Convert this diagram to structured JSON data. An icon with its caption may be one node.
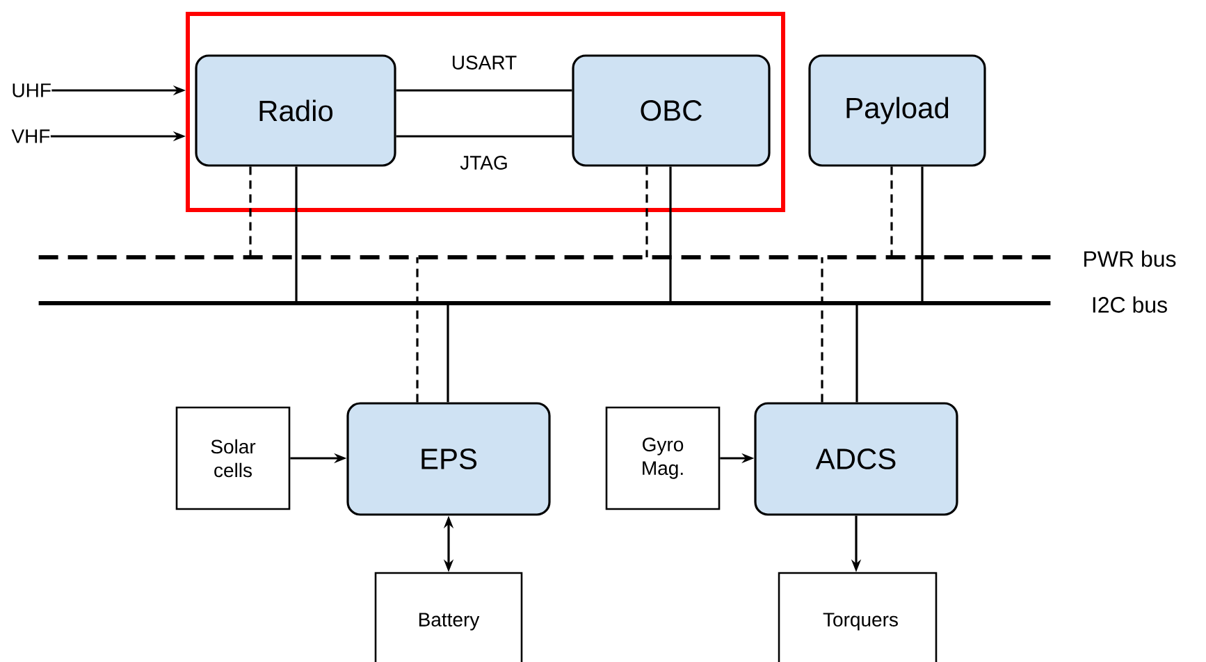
{
  "diagram": {
    "nodes": [
      {
        "text": [],
        "shape": "box"
      },
      {
        "text": [
          "Radio"
        ],
        "in": 0
      },
      {
        "text": [
          "OBC"
        ],
        "in": 0
      },
      {
        "text": [
          "Payload"
        ]
      },
      {
        "text": [
          "UHF"
        ]
      },
      {
        "text": [
          "VHF"
        ]
      },
      {
        "text": [
          "PWR bus"
        ]
      },
      {
        "text": [
          "I2C bus"
        ]
      },
      {
        "text": [
          "Solar cells"
        ]
      },
      {
        "text": [
          "EPS"
        ]
      },
      {
        "text": [
          "Gyro Mag."
        ]
      },
      {
        "text": [
          "ADCS"
        ]
      },
      {
        "text": [
          "Battery"
        ]
      },
      {
        "text": [
          "Torquers"
        ]
      }
    ],
    "edges": [
      {
        "from": 4,
        "to": 0,
        "arrow": "to"
      },
      {
        "from": 5,
        "to": 0,
        "arrow": "to"
      },
      {
        "from": 1,
        "to": 2,
        "arrow": "none",
        "label": "USART"
      },
      {
        "from": 1,
        "to": 2,
        "arrow": "none",
        "label": "JTAG"
      },
      {
        "from": 1,
        "to": 6,
        "arrow": "none",
        "style": "dashed"
      },
      {
        "from": 1,
        "to": 7,
        "arrow": "none"
      },
      {
        "from": 2,
        "to": 6,
        "arrow": "none",
        "style": "dashed"
      },
      {
        "from": 2,
        "to": 7,
        "arrow": "none"
      },
      {
        "from": 3,
        "to": 6,
        "arrow": "none",
        "style": "dashed"
      },
      {
        "from": 3,
        "to": 7,
        "arrow": "none"
      },
      {
        "from": 9,
        "to": 6,
        "arrow": "none",
        "style": "dashed"
      },
      {
        "from": 9,
        "to": 7,
        "arrow": "none"
      },
      {
        "from": 11,
        "to": 6,
        "arrow": "none",
        "style": "dashed"
      },
      {
        "from": 11,
        "to": 7,
        "arrow": "none"
      },
      {
        "from": 8,
        "to": 9,
        "arrow": "to"
      },
      {
        "from": 10,
        "to": 11,
        "arrow": "to"
      },
      {
        "from": 9,
        "to": 12,
        "arrow": "both"
      },
      {
        "from": 11,
        "to": 13,
        "arrow": "to"
      }
    ]
  }
}
